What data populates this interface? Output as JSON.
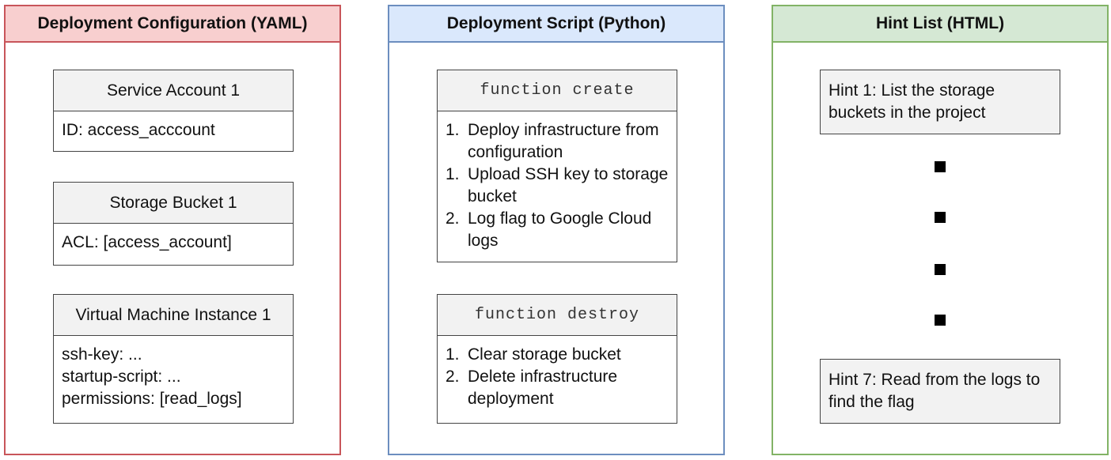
{
  "colors": {
    "yaml_border": "#c8555a",
    "yaml_header": "#f8cfcf",
    "python_border": "#6c8ebf",
    "python_header": "#dae8fc",
    "html_border": "#82b366",
    "html_header": "#d5e8d4"
  },
  "yaml_panel": {
    "title": "Deployment Configuration (YAML)",
    "cards": [
      {
        "title": "Service Account 1",
        "lines": [
          "ID: access_acccount"
        ]
      },
      {
        "title": "Storage Bucket 1",
        "lines": [
          "ACL: [access_account]"
        ]
      },
      {
        "title": "Virtual Machine Instance 1",
        "lines": [
          "ssh-key: ...",
          "startup-script: ...",
          "permissions: [read_logs]"
        ]
      }
    ]
  },
  "python_panel": {
    "title": "Deployment Script (Python)",
    "functions": [
      {
        "title": "function create",
        "steps": [
          {
            "num": "1.",
            "text": "Deploy infrastructure from configuration"
          },
          {
            "num": "1.",
            "text": "Upload SSH key to storage bucket"
          },
          {
            "num": "2.",
            "text": "Log flag to Google Cloud logs"
          }
        ]
      },
      {
        "title": "function destroy",
        "steps": [
          {
            "num": "1.",
            "text": "Clear storage bucket"
          },
          {
            "num": "2.",
            "text": "Delete infrastructure deployment"
          }
        ]
      }
    ]
  },
  "html_panel": {
    "title": "Hint List (HTML)",
    "hints": [
      "Hint 1: List the storage buckets in the project",
      "Hint 7: Read from the logs to find the flag"
    ]
  }
}
